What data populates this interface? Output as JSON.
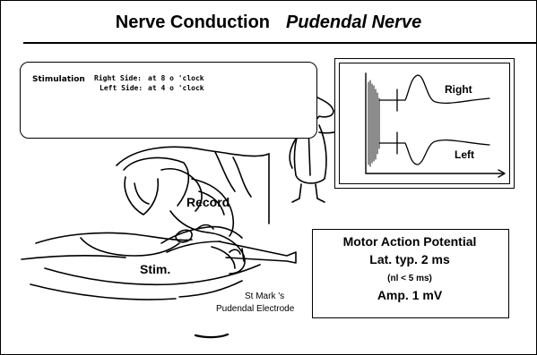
{
  "slide": {
    "title_main": "Nerve Conduction",
    "title_italic": "Pudendal Nerve"
  },
  "stimulation": {
    "label": "Stimulation",
    "right_side_label": "Right Side:",
    "right_side_value": "at 8 o 'clock",
    "left_side_label": "Left Side:",
    "left_side_value": "at 4 o 'clock"
  },
  "waveforms": {
    "right_label": "Right",
    "left_label": "Left"
  },
  "anatomy": {
    "record_label": "Record",
    "stim_label": "Stim.",
    "electrode_line1": "St Mark 's",
    "electrode_line2": "Pudendal Electrode"
  },
  "motor_action_potential": {
    "title": "Motor Action Potential",
    "latency": "Lat. typ. 2 ms",
    "normal_range": "(nl < 5 ms)",
    "amplitude": "Amp. 1 mV"
  }
}
